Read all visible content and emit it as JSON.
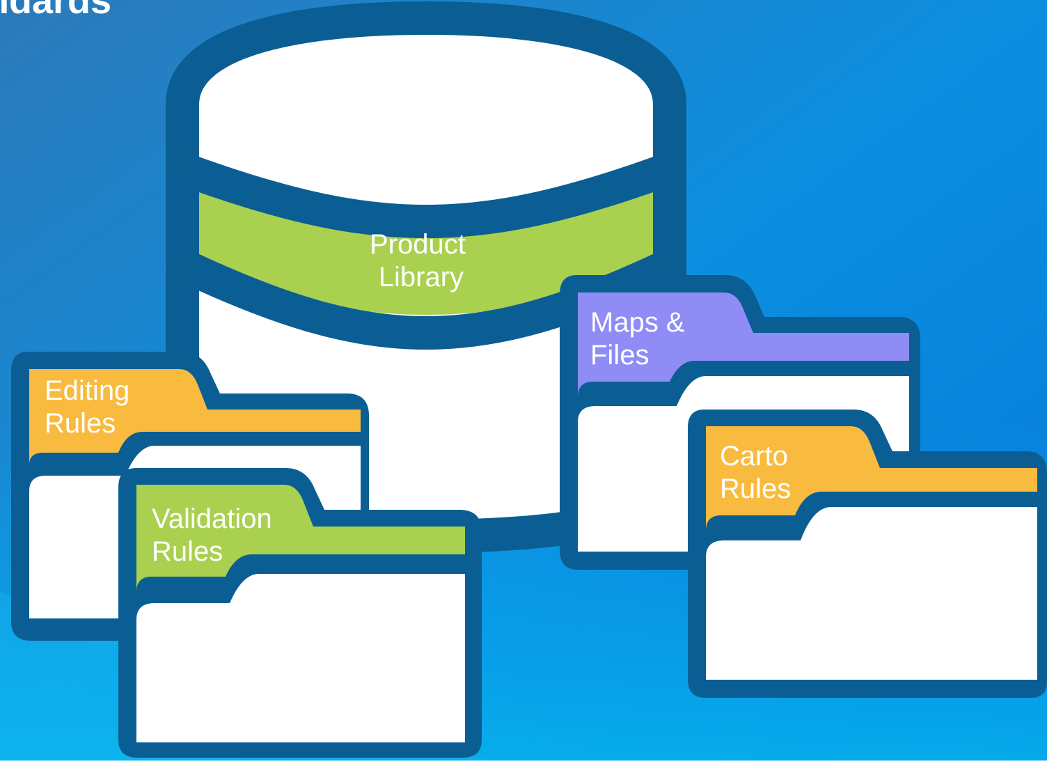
{
  "slide": {
    "title_fragment": "andards",
    "colors": {
      "background_start": "#1d7cc0",
      "background_end": "#0aa4e8",
      "outline": "#0a5e93",
      "green": "#a9d04f",
      "orange": "#f9bb3f",
      "purple": "#8f8cf5",
      "white": "#ffffff"
    }
  },
  "database": {
    "label_line1": "Product",
    "label_line2": "Library",
    "icon": "database-cylinder"
  },
  "folders": {
    "editing": {
      "line1": "Editing",
      "line2": "Rules",
      "color": "orange",
      "icon": "folder"
    },
    "validation": {
      "line1": "Validation",
      "line2": "Rules",
      "color": "green",
      "icon": "folder"
    },
    "maps": {
      "line1": "Maps &",
      "line2": "Files",
      "color": "purple",
      "icon": "folder"
    },
    "carto": {
      "line1": "Carto",
      "line2": "Rules",
      "color": "orange",
      "icon": "folder"
    }
  }
}
